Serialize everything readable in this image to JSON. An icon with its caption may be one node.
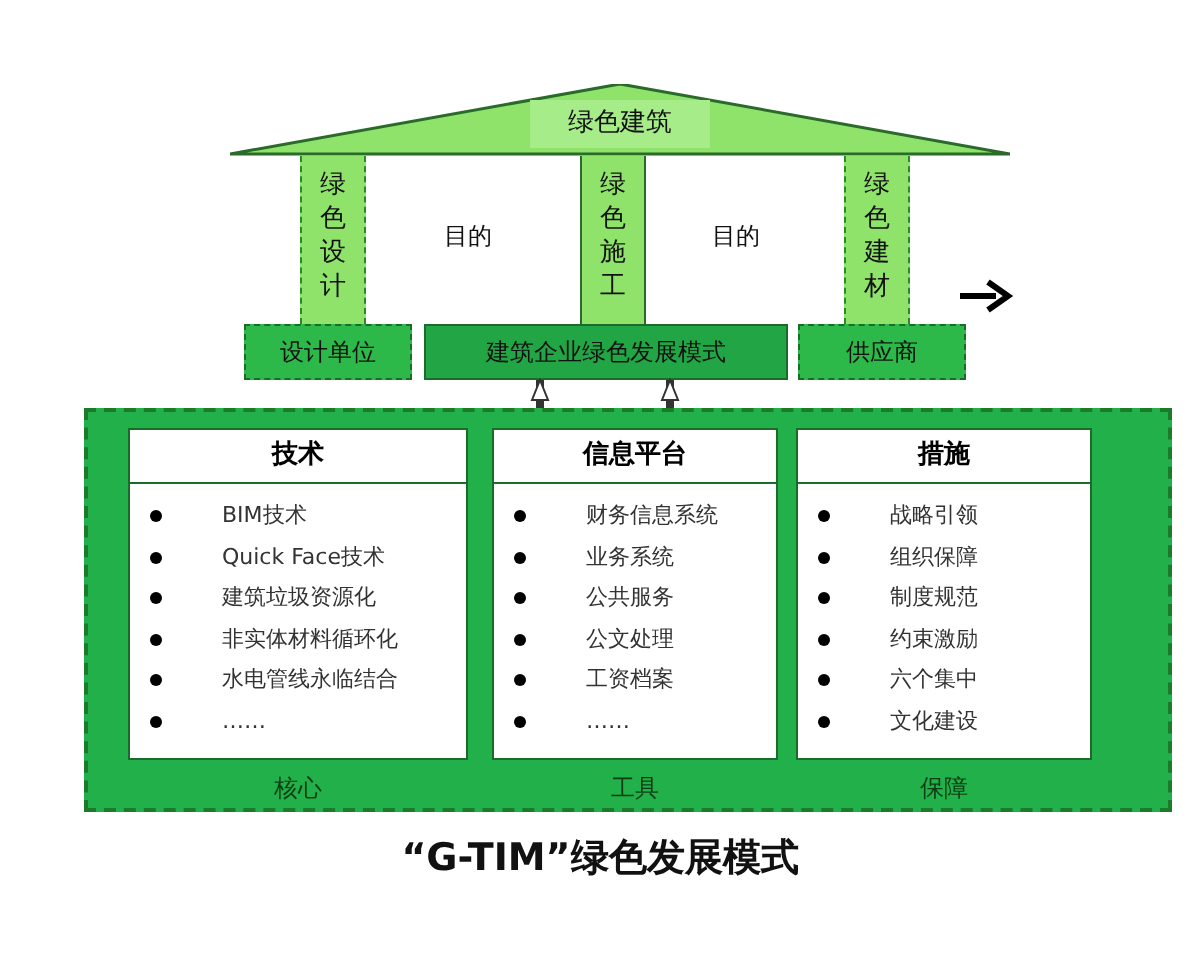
{
  "diagram": {
    "caption": "“G-TIM”绿色发展模式",
    "nodes": [
      {
        "text": [
          "绿色建筑"
        ]
      },
      {
        "text": [
          "绿色设计"
        ]
      },
      {
        "text": [
          "绿色施工"
        ]
      },
      {
        "text": [
          "绿色建材"
        ]
      },
      {
        "text": [
          "设计单位"
        ]
      },
      {
        "text": [
          "建筑企业绿色发展模式"
        ]
      },
      {
        "text": [
          "供应商"
        ]
      },
      {
        "text": [],
        "shape": "box"
      },
      {
        "text": [
          "技术",
          "BIM技术",
          "Quick Face技术",
          "建筑垃圾资源化",
          "非实体材料循环化",
          "水电管线永临结合",
          "……"
        ],
        "beside": [
          "核心"
        ],
        "in": 7
      },
      {
        "text": [
          "信息平台",
          "财务信息系统",
          "业务系统",
          "公共服务",
          "公文处理",
          "工资档案",
          "……"
        ],
        "beside": [
          "工具"
        ],
        "in": 7
      },
      {
        "text": [
          "措施",
          "战略引领",
          "组织保障",
          "制度规范",
          "约束激励",
          "六个集中",
          "文化建设"
        ],
        "beside": [
          "保障"
        ],
        "in": 7
      }
    ],
    "edges": [
      {
        "from": 7,
        "to": 5,
        "arrow": "to"
      },
      {
        "from": 7,
        "to": 5,
        "arrow": "to"
      }
    ],
    "labels": [
      "目的",
      "目的"
    ]
  }
}
